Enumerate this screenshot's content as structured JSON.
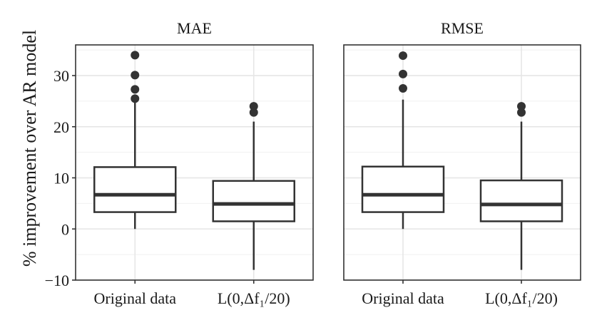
{
  "chart_data": {
    "type": "boxplot",
    "ylabel": "% improvement over AR model",
    "ylim": [
      -10,
      36
    ],
    "yticks": [
      -10,
      0,
      10,
      20,
      30
    ],
    "categories": [
      "Original data",
      "L(0,Δf₁/20)"
    ],
    "grid": true,
    "facets": [
      {
        "title": "MAE",
        "boxes": [
          {
            "category": "Original data",
            "whisker_low": 0.0,
            "q1": 3.3,
            "median": 6.7,
            "q3": 12.1,
            "whisker_high": 25.3,
            "outliers": [
              25.5,
              27.3,
              30.1,
              34.0
            ]
          },
          {
            "category": "L(0,Δf₁/20)",
            "whisker_low": -8.0,
            "q1": 1.5,
            "median": 4.9,
            "q3": 9.4,
            "whisker_high": 21.0,
            "outliers": [
              22.8,
              24.0
            ]
          }
        ]
      },
      {
        "title": "RMSE",
        "boxes": [
          {
            "category": "Original data",
            "whisker_low": 0.0,
            "q1": 3.3,
            "median": 6.7,
            "q3": 12.2,
            "whisker_high": 25.3,
            "outliers": [
              27.5,
              30.3,
              33.9
            ]
          },
          {
            "category": "L(0,Δf₁/20)",
            "whisker_low": -8.0,
            "q1": 1.5,
            "median": 4.8,
            "q3": 9.5,
            "whisker_high": 21.0,
            "outliers": [
              22.8,
              24.0
            ]
          }
        ]
      }
    ]
  }
}
